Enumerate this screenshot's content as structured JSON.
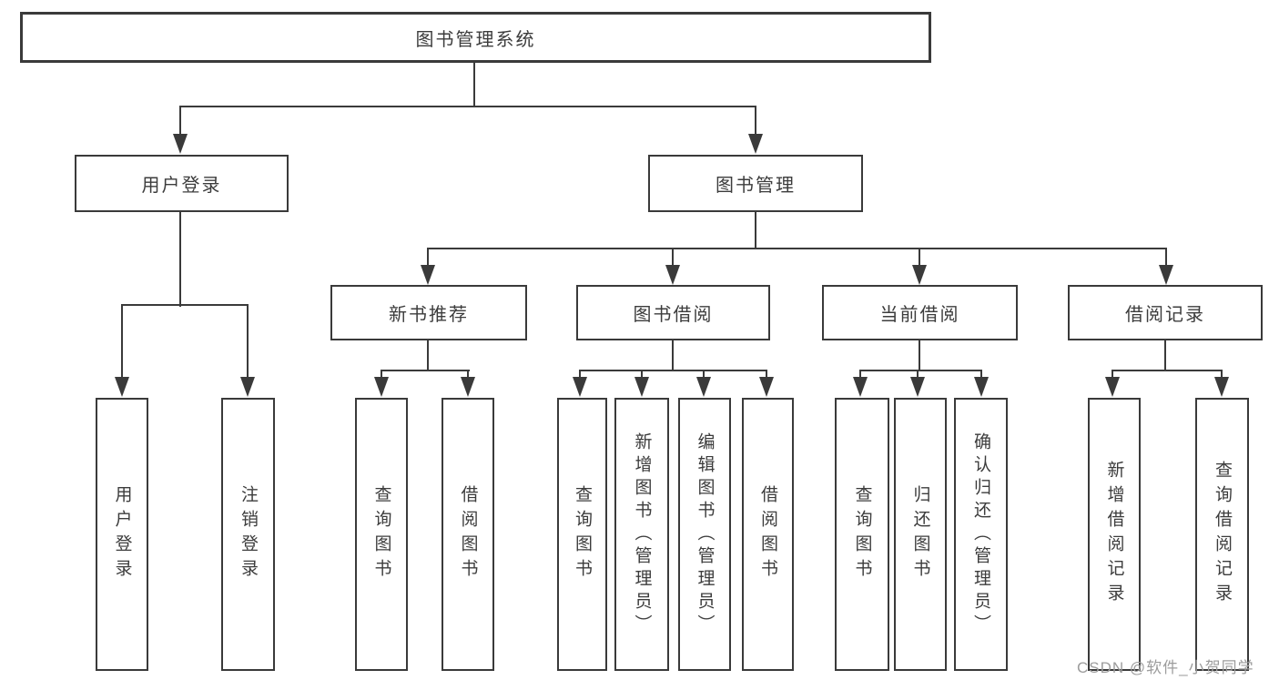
{
  "diagram": {
    "root": "图书管理系统",
    "level2": {
      "user_login": "用户登录",
      "book_mgmt": "图书管理"
    },
    "level3": {
      "new_book_rec": "新书推荐",
      "book_borrow": "图书借阅",
      "current_borrow": "当前借阅",
      "borrow_records": "借阅记录"
    },
    "leaves": {
      "user_login_leaf": "用户登录",
      "logout": "注销登录",
      "rec_query_books": "查询图书",
      "rec_borrow_books": "借阅图书",
      "bb_query_books": "查询图书",
      "bb_add_books": "新增图书（管理员）",
      "bb_edit_books": "编辑图书（管理员）",
      "bb_borrow_books": "借阅图书",
      "cb_query_books": "查询图书",
      "cb_return_books": "归还图书",
      "cb_confirm_return": "确认归还（管理员）",
      "br_add_record": "新增借阅记录",
      "br_query_record": "查询借阅记录"
    },
    "watermark": "CSDN @软件_小贺同学",
    "colors": {
      "line": "#3a3a3a",
      "text": "#3c3c3c",
      "watermark": "#9c9c9c",
      "background": "#ffffff"
    }
  }
}
